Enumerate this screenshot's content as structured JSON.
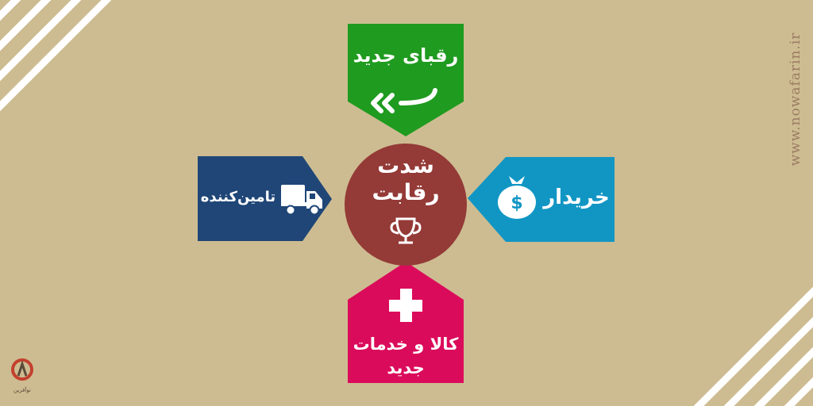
{
  "center": {
    "line1": "شدت",
    "line2": "رقابت",
    "icon": "trophy-icon"
  },
  "top": {
    "label": "رقبای جدید",
    "icon": "double-chevron-arrow-icon",
    "color": "#1f9b1f"
  },
  "left": {
    "label": "تامین‌کننده",
    "icon": "truck-icon",
    "color": "#1f4677"
  },
  "right": {
    "label": "خریدار",
    "icon": "money-bag-icon",
    "color": "#1196c4"
  },
  "bottom": {
    "line1": "کالا و خدمات",
    "line2": "جدید",
    "icon": "plus-icon",
    "color": "#db0b5b"
  },
  "center_color": "#943a37",
  "background": "#cdbc91",
  "watermark": "www.nowafarin.ir",
  "logo_text": "نوآفرین"
}
